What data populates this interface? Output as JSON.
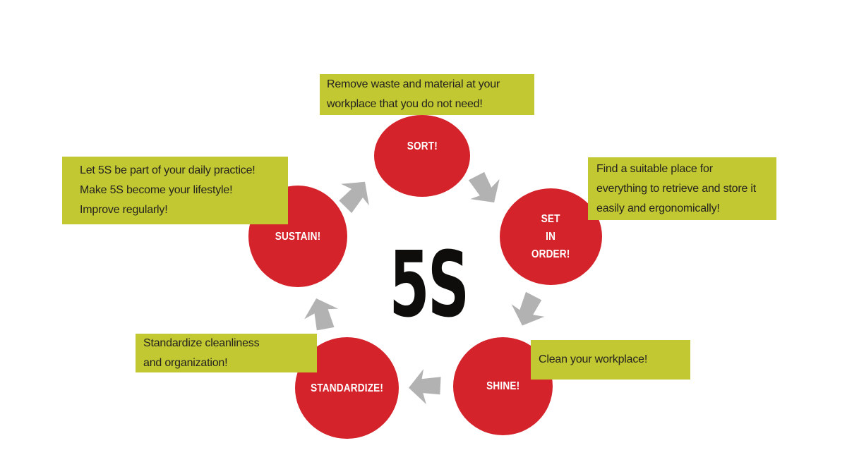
{
  "diagram_title": "5S",
  "colors": {
    "background": "#ffffff",
    "red": "#d5232b",
    "green": "#c2c831",
    "gray": "#b2b2b2",
    "ink": "#25231f",
    "white": "#ffffff",
    "center": "#0e0d0b"
  },
  "center": {
    "label": "5S"
  },
  "steps": [
    {
      "name": "sort",
      "circle_lines": [
        "SORT!"
      ],
      "note_lines": [
        "Remove waste and material at your",
        "workplace that you do not need!"
      ]
    },
    {
      "name": "set-in-order",
      "circle_lines": [
        "SET",
        "IN",
        "ORDER!"
      ],
      "note_lines": [
        "Find a suitable place for",
        "everything to retrieve and store it",
        "easily and ergonomically!"
      ]
    },
    {
      "name": "shine",
      "circle_lines": [
        "SHINE!"
      ],
      "note_lines": [
        "Clean your workplace!"
      ]
    },
    {
      "name": "standardize",
      "circle_lines": [
        "STANDARDIZE!"
      ],
      "note_lines": [
        "Standardize cleanliness",
        "and organization!"
      ]
    },
    {
      "name": "sustain",
      "circle_lines": [
        "SUSTAIN!"
      ],
      "note_lines": [
        "Let 5S be part of your daily practice!",
        "Make 5S become your lifestyle!",
        "Improve regularly!"
      ]
    }
  ],
  "arrows": [
    {
      "name": "arrow-sustain-to-sort",
      "direction": "up-right"
    },
    {
      "name": "arrow-sort-to-set-in-order",
      "direction": "down-right"
    },
    {
      "name": "arrow-set-in-order-to-shine",
      "direction": "down"
    },
    {
      "name": "arrow-shine-to-standardize",
      "direction": "left"
    },
    {
      "name": "arrow-standardize-to-sustain",
      "direction": "up"
    }
  ]
}
